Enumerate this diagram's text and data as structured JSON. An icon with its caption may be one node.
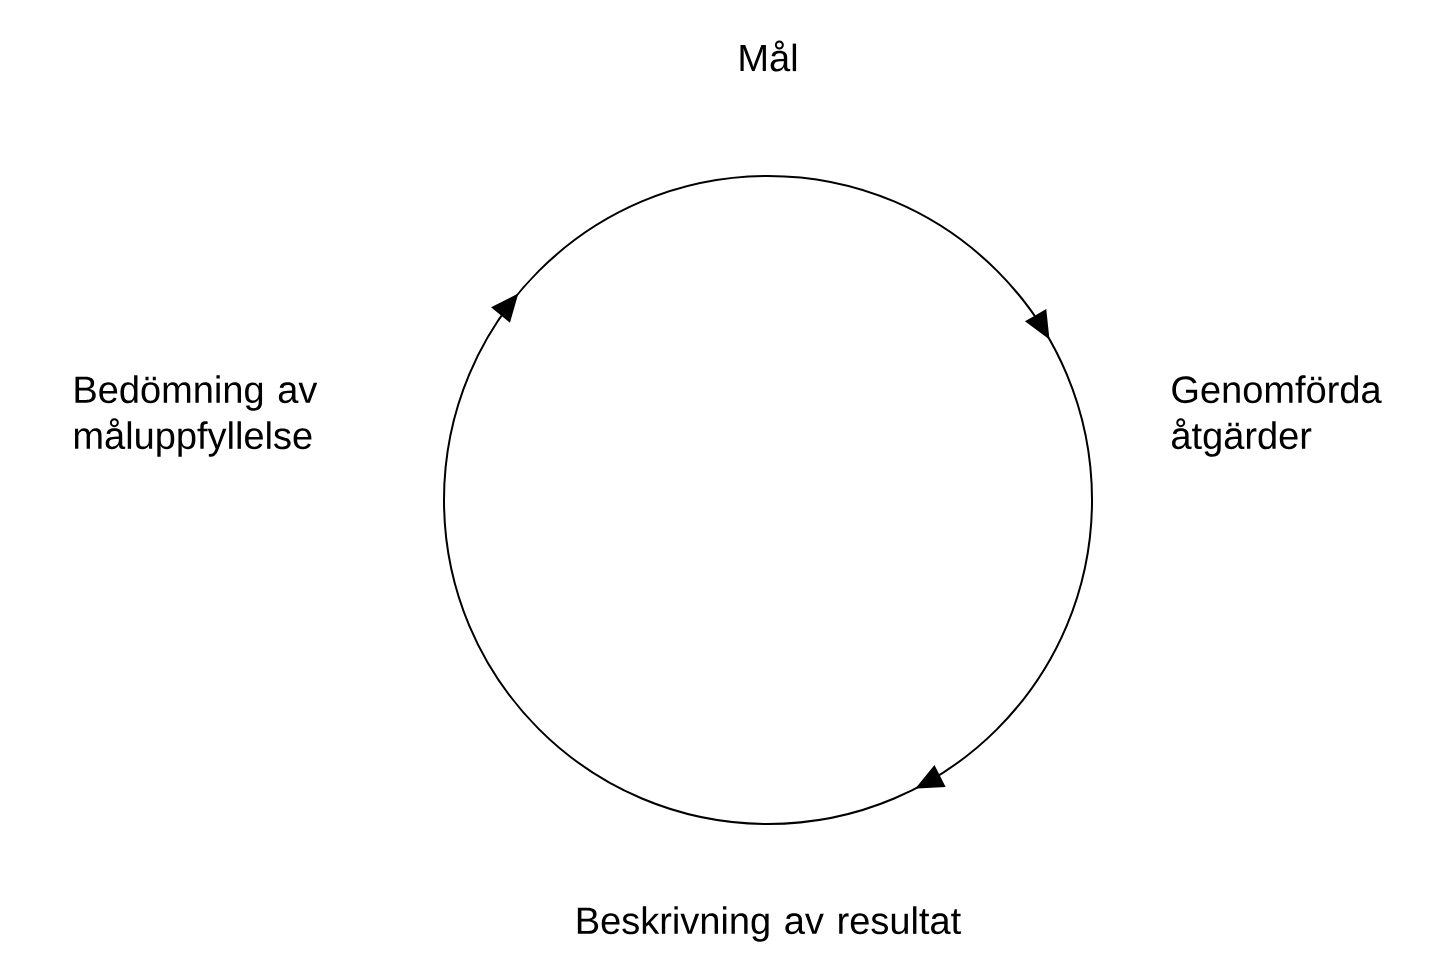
{
  "diagram": {
    "nodes": [
      {
        "text": [
          "Mål"
        ]
      },
      {
        "text": [
          "Genomförda åtgärder"
        ]
      },
      {
        "text": [
          "Beskrivning av resultat"
        ]
      },
      {
        "text": [
          "Bedömning av måluppfyllelse"
        ]
      }
    ],
    "edges": [
      {
        "from": 0,
        "to": 1,
        "arrow": "to"
      },
      {
        "from": 1,
        "to": 2,
        "arrow": "to"
      },
      {
        "from": 2,
        "to": 3,
        "arrow": "none"
      },
      {
        "from": 3,
        "to": 0,
        "arrow": "to"
      }
    ]
  }
}
